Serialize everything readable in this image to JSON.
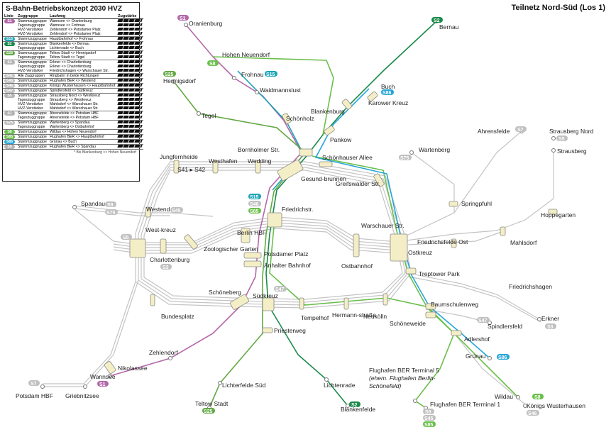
{
  "title": "S-Bahn-Betriebskonzept 2030 HVZ",
  "subtitle": "Teilnetz Nord-Süd (Los 1)",
  "colors": {
    "S1": "#b368a8",
    "S2": "#1a8a4a",
    "S15": "#1aa3b8",
    "S25": "#62a844",
    "S8": "#6abf4b",
    "S85": "#6abf4b",
    "S86": "#27a6d9",
    "grey": "#b5b5b5",
    "ring": "#c8c8c8"
  },
  "legend": {
    "headers": [
      "Linie",
      "Zuggruppe",
      "Laufweg",
      "Zugstärke"
    ],
    "rows": [
      {
        "line": "S1",
        "color": "#b368a8",
        "items": [
          [
            "Stammzuggruppe",
            "Wannsee <> Oranienburg"
          ],
          [
            "Tageszuggruppe",
            "Wannsee <> Frohnau"
          ],
          [
            "HVZ-Verstärker",
            "Zehlendorf <> Potsdamer Platz"
          ],
          [
            "HVZ-Verstärker",
            "Zehlendorf <> Potsdamer Platz"
          ]
        ]
      },
      {
        "line": "S15",
        "color": "#1aa3b8",
        "items": [
          [
            "Stammzuggruppe",
            "Hauptbahnhof <> Frohnau"
          ]
        ]
      },
      {
        "line": "S2",
        "color": "#1a8a4a",
        "items": [
          [
            "Stammzuggruppe",
            "Blankenfelde <> Bernau"
          ],
          [
            "Tageszuggruppe",
            "Lichtenrade <> Buch"
          ]
        ]
      },
      {
        "line": "S25",
        "color": "#62a844",
        "items": [
          [
            "Stammzuggruppe",
            "Teltow Stadt <> Hennigsdorf"
          ],
          [
            "Tageszuggruppe",
            "Teltow Stadt <> Tegel"
          ]
        ]
      },
      {
        "line": "S3",
        "color": "#b5b5b5",
        "items": [
          [
            "Stammzuggruppe",
            "Erkner <> Charlottenburg"
          ],
          [
            "Tageszuggruppe",
            "Erkner <> Charlottenburg"
          ],
          [
            "HVZ-Verstärker",
            "Friedrichshagen <> Warschauer Str."
          ]
        ]
      },
      {
        "line": "S41",
        "color": "#c0c0c0",
        "items": [
          [
            "Alle Zuggruppen",
            "Ringbahn in beide Richtungen"
          ]
        ]
      },
      {
        "line": "S45",
        "color": "#c0c0c0",
        "items": [
          [
            "Stammzuggruppe",
            "Flughafen BER <> Westend"
          ]
        ]
      },
      {
        "line": "S46",
        "color": "#c0c0c0",
        "items": [
          [
            "Stammzuggruppe",
            "Königs Wusterhausen <> Hauptbahnhof"
          ]
        ]
      },
      {
        "line": "S47",
        "color": "#c0c0c0",
        "items": [
          [
            "Stammzuggruppe",
            "Spindlersfeld <> Südkreuz"
          ]
        ]
      },
      {
        "line": "S5",
        "color": "#b5b5b5",
        "items": [
          [
            "Stammzuggruppe",
            "Strausberg Nord <> Westkreuz"
          ],
          [
            "Tageszuggruppe",
            "Strausberg <> Westkreuz"
          ],
          [
            "HVZ-Verstärker",
            "Mahlsdorf <> Warschauer Str."
          ],
          [
            "HVZ-Verstärker",
            "Mahlsdorf <> Warschauer Str."
          ]
        ]
      },
      {
        "line": "S7",
        "color": "#b5b5b5",
        "items": [
          [
            "Stammzuggruppe",
            "Ahrensfelde <> Potsdam HBF"
          ],
          [
            "Tageszuggruppe",
            "Ahrensfelde <> Potsdam HBF"
          ]
        ]
      },
      {
        "line": "S75",
        "color": "#c0c0c0",
        "items": [
          [
            "Stammzuggruppe",
            "Wartenberg <> Spandau"
          ],
          [
            "Tageszuggruppe",
            "Wartenberg <> Ostbahnhof"
          ]
        ]
      },
      {
        "line": "S8",
        "color": "#6abf4b",
        "items": [
          [
            "Stammzuggruppe",
            "Wildau <> Hohen Neuendorf"
          ]
        ]
      },
      {
        "line": "S85",
        "color": "#6abf4b",
        "items": [
          [
            "Stammzuggruppe",
            "Flughafen BER <> Hauptbahnhof"
          ]
        ]
      },
      {
        "line": "S86",
        "color": "#27a6d9",
        "items": [
          [
            "Stammzuggruppe",
            "Grünau <> Buch"
          ]
        ]
      },
      {
        "line": "S9",
        "color": "#b5b5b5",
        "items": [
          [
            "Stammzuggruppe",
            "Flughafen BER <> Spandau"
          ]
        ]
      }
    ],
    "footnote": "* Bis Blankenburg <> Hohen Neuendorf"
  },
  "stations": [
    "Oranienburg",
    "Bernau",
    "Hohen Neuendorf",
    "Frohnau",
    "Hennigsdorf",
    "Waidmannslust",
    "Buch",
    "Karower Kreuz",
    "Blankenburg",
    "Tegel",
    "Schönholz",
    "Pankow",
    "Bornholmer Str.",
    "Schönhauser Allee",
    "Jungfernheide",
    "Westhafen",
    "Wedding",
    "Gesund-brunnen",
    "Greifswalder Str.",
    "Ahrensfelde",
    "Strausberg Nord",
    "Strausberg",
    "Wartenberg",
    "Springpfuhl",
    "Hoppegarten",
    "Spandau",
    "Westend",
    "West-kreuz",
    "Charlottenburg",
    "Zoologischer Garten",
    "Berlin HBF",
    "Friedrichstr.",
    "Warschauer Str.",
    "Friedrichsfelde Ost",
    "Mahlsdorf",
    "Ostkreuz",
    "Ostbahnhof",
    "Potsdamer Platz",
    "Anhalter Bahnhof",
    "Treptower Park",
    "Friedrichshagen",
    "Schöneberg",
    "Südkreuz",
    "Bundesplatz",
    "Tempelhof",
    "Hermann-straße",
    "Neukölln",
    "Baumschulenweg",
    "Schöneweide",
    "Spindlersfeld",
    "Erkner",
    "Priesterweg",
    "Adlershof",
    "Zehlendorf",
    "Grünau",
    "Nikolassee",
    "Wannsee",
    "Flughafen BER Terminal 5",
    "(ehem. Flughafen Berlin-",
    "Schönefeld)",
    "Flughafen BER Terminal 1",
    "Lichterfelde Süd",
    "Lichtenrade",
    "Wildau",
    "Königs Wusterhausen",
    "Potsdam HBF",
    "Griebnitzsee",
    "Teltow Stadt",
    "Blankenfelde"
  ],
  "ring_label": "S41 ▸ S42"
}
